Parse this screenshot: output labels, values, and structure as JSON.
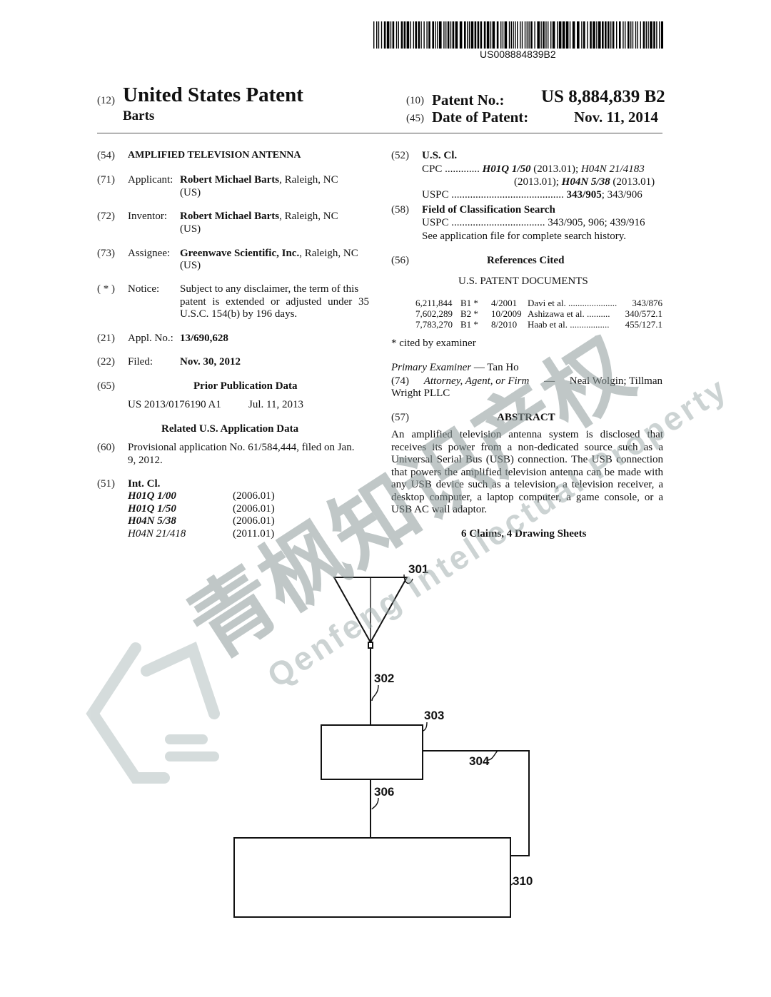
{
  "barcode": {
    "number": "US008884839B2"
  },
  "header": {
    "code12": "(12)",
    "title": "United States Patent",
    "inventor_surname": "Barts",
    "code10": "(10)",
    "patent_no_label": "Patent No.:",
    "patent_no": "US 8,884,839 B2",
    "code45": "(45)",
    "date_label": "Date of Patent:",
    "date": "Nov. 11, 2014"
  },
  "left": {
    "f54": {
      "code": "(54)",
      "title": "AMPLIFIED TELEVISION ANTENNA"
    },
    "f71": {
      "code": "(71)",
      "label": "Applicant:",
      "name": "Robert Michael Barts",
      "loc": ", Raleigh, NC",
      "loc2": "(US)"
    },
    "f72": {
      "code": "(72)",
      "label": "Inventor:",
      "name": "Robert Michael Barts",
      "loc": ", Raleigh, NC",
      "loc2": "(US)"
    },
    "f73": {
      "code": "(73)",
      "label": "Assignee:",
      "name": "Greenwave Scientific, Inc.",
      "loc": ", Raleigh, NC",
      "loc2": "(US)"
    },
    "notice": {
      "code": "( * )",
      "label": "Notice:",
      "line1": "Subject to any disclaimer, the term of this",
      "line2": "patent is extended or adjusted under 35",
      "line3": "U.S.C. 154(b) by 196 days."
    },
    "f21": {
      "code": "(21)",
      "label": "Appl. No.:",
      "value": "13/690,628"
    },
    "f22": {
      "code": "(22)",
      "label": "Filed:",
      "value": "Nov. 30, 2012"
    },
    "f65": {
      "code": "(65)",
      "heading": "Prior Publication Data",
      "pub": "US 2013/0176190 A1",
      "pub_date": "Jul. 11, 2013"
    },
    "related": {
      "heading": "Related U.S. Application Data"
    },
    "f60": {
      "code": "(60)",
      "line1": "Provisional application No. 61/584,444, filed on Jan.",
      "line2": "9, 2012."
    },
    "f51": {
      "code": "(51)",
      "label": "Int. Cl.",
      "rows": [
        {
          "cls": "H01Q 1/00",
          "ver": "(2006.01)"
        },
        {
          "cls": "H01Q 1/50",
          "ver": "(2006.01)"
        },
        {
          "cls": "H04N 5/38",
          "ver": "(2006.01)"
        },
        {
          "cls": "H04N 21/418",
          "ver": "(2011.01)"
        }
      ]
    }
  },
  "right": {
    "f52": {
      "code": "(52)",
      "label": "U.S. Cl.",
      "cpc_label": "CPC",
      "cpc_dots": ".............",
      "cpc_a": "H01Q 1/50",
      "cpc_a_ver": " (2013.01); ",
      "cpc_b": "H04N 21/4183",
      "cpc_b_ver": "(2013.01); ",
      "cpc_c": "H04N 5/38",
      "cpc_c_ver": " (2013.01)",
      "uspc_label": "USPC",
      "uspc_dots": "..........................................",
      "uspc_a": "343/905",
      "uspc_b": "; 343/906"
    },
    "f58": {
      "code": "(58)",
      "label": "Field of Classification Search",
      "uspc_label": "USPC",
      "uspc_dots": "...................................",
      "uspc_value": "343/905, 906; 439/916",
      "note": "See application file for complete search history."
    },
    "f56": {
      "code": "(56)",
      "heading": "References Cited",
      "subheading": "U.S. PATENT DOCUMENTS",
      "refs": [
        {
          "no": "6,211,844",
          "kind": "B1 *",
          "date": "4/2001",
          "name": "Davi et al.",
          "dots": ".....................",
          "cls": "343/876"
        },
        {
          "no": "7,602,289",
          "kind": "B2 *",
          "date": "10/2009",
          "name": "Ashizawa et al.",
          "dots": "..........",
          "cls": "340/572.1"
        },
        {
          "no": "7,783,270",
          "kind": "B1 *",
          "date": "8/2010",
          "name": "Haab et al.",
          "dots": ".................",
          "cls": "455/127.1"
        }
      ],
      "cited": "* cited by examiner"
    },
    "examiner": {
      "label": "Primary Examiner",
      "dash": " — ",
      "name": "Tan Ho"
    },
    "f74": {
      "code": "(74)",
      "label": "Attorney, Agent, or Firm",
      "dash": " — ",
      "name": "Neal Wolgin; Tillman",
      "name2": "Wright PLLC"
    },
    "f57": {
      "code": "(57)",
      "heading": "ABSTRACT",
      "text": "An amplified television antenna system is disclosed that receives its power from a non-dedicated source such as a Universal Serial Bus (USB) connection. The USB connection that powers the amplified television antenna can be made with any USB device such as a television, a television receiver, a desktop computer, a laptop computer, a game console, or a USB AC wall adaptor."
    },
    "claims": "6 Claims, 4 Drawing Sheets"
  },
  "drawing": {
    "labels": {
      "antenna": "301",
      "cable_top": "302",
      "amp": "303",
      "usb": "304",
      "cable_bottom": "306",
      "tv": "310"
    }
  },
  "watermark": {
    "cn": "青枫知识产权",
    "en": "Qenfeng Intellectual Property",
    "color": "#9aa8a8"
  }
}
